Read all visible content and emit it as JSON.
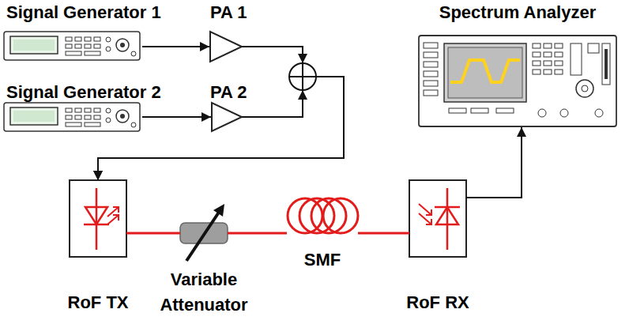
{
  "diagram": {
    "nodes": [
      {
        "text": [
          "Signal Generator 1"
        ]
      },
      {
        "text": [
          "PA 1"
        ]
      },
      {
        "text": [
          "Signal Generator 2"
        ]
      },
      {
        "text": [
          "PA 2"
        ]
      },
      {
        "text": [
          "Spectrum Analyzer"
        ]
      },
      {
        "text": [
          "RoF TX"
        ]
      },
      {
        "text": [
          "Variable Attenuator"
        ]
      },
      {
        "text": [
          "SMF"
        ]
      },
      {
        "text": [
          "RoF RX"
        ]
      }
    ],
    "edges": [
      {
        "from": 0,
        "to": 1,
        "arrow": "to"
      },
      {
        "from": 2,
        "to": 3,
        "arrow": "to"
      },
      {
        "from": 1,
        "to": 5,
        "arrow": "to"
      },
      {
        "from": 3,
        "to": 5,
        "arrow": "to"
      },
      {
        "from": 5,
        "to": 6,
        "arrow": "none"
      },
      {
        "from": 6,
        "to": 7,
        "arrow": "none"
      },
      {
        "from": 7,
        "to": 8,
        "arrow": "none"
      },
      {
        "from": 8,
        "to": 4,
        "arrow": "to"
      }
    ]
  }
}
